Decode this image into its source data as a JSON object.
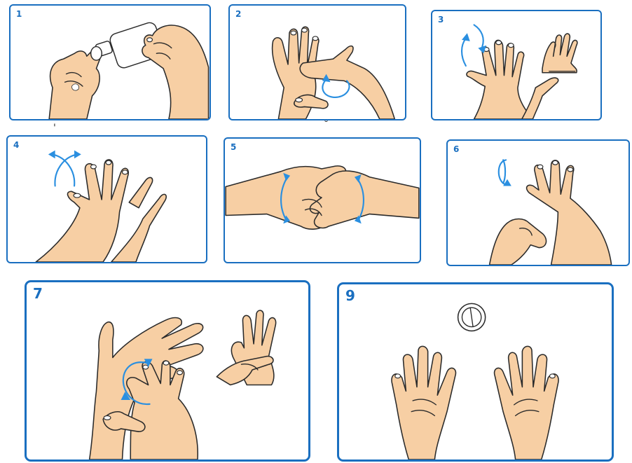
{
  "panels": [
    {
      "id": "1",
      "label": "1"
    },
    {
      "id": "2",
      "label": "2"
    },
    {
      "id": "3",
      "label": "3"
    },
    {
      "id": "4",
      "label": "4"
    },
    {
      "id": "5",
      "label": "5"
    },
    {
      "id": "6",
      "label": "6"
    },
    {
      "id": "7",
      "label": "7"
    },
    {
      "id": "9",
      "label": "9"
    }
  ],
  "colors": {
    "frame": "#1a6fc0",
    "arrow": "#2a8fe0",
    "skin": "#f7cfa4",
    "outline": "#2b2b2b"
  },
  "icons": {
    "step1": "sanitizer-bottle-icon",
    "step7": "circular-rub-arrow-icon",
    "step9": "drying-hands-icon"
  }
}
